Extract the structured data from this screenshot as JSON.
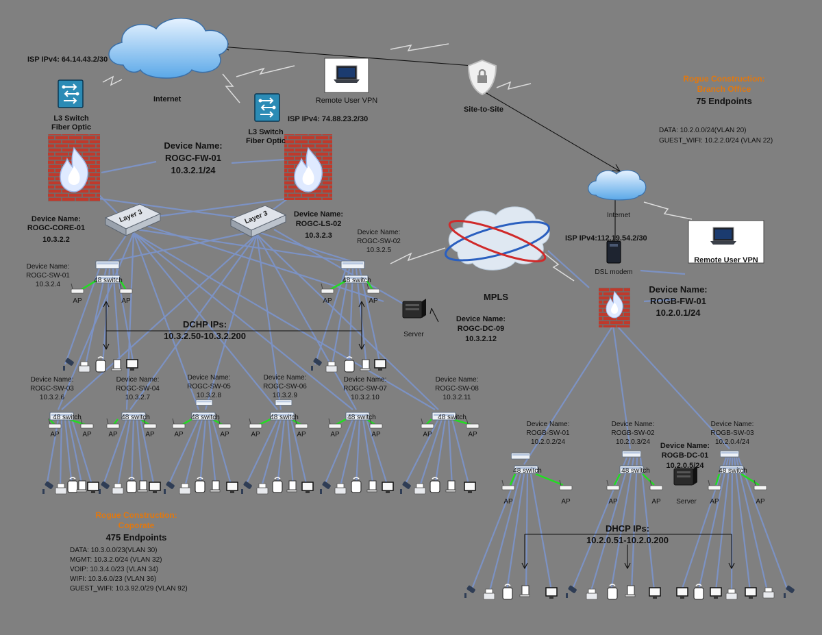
{
  "wan": {
    "internet_label": "Internet",
    "isp_a": "ISP IPv4: 64.14.43.2/30",
    "isp_b": "ISP IPv4: 74.88.23.2/30",
    "l3_switch": [
      "L3 Switch",
      "Fiber Optic"
    ],
    "remote_vpn": "Remote User VPN",
    "site_to_site": "Site-to-Site",
    "mpls": "MPLS"
  },
  "corp": {
    "fw": {
      "title": "Device Name:",
      "name": "ROGC-FW-01",
      "ip": "10.3.2.1/24"
    },
    "core": {
      "title": "Device Name:",
      "name": "ROGC-CORE-01",
      "ip": "10.3.2.2"
    },
    "ls": {
      "title": "Device Name:",
      "name": "ROGC-LS-02",
      "ip": "10.3.2.3"
    },
    "layer3_label": "Layer 3",
    "dc": {
      "title": "Device Name:",
      "name": "ROGC-DC-09",
      "ip": "10.3.2.12"
    },
    "server_label": "Server",
    "dhcp": {
      "title": "DCHP IPs:",
      "range": "10.3.2.50-10.3.2.200"
    },
    "switch_label": "48 switch",
    "ap_label": "AP",
    "switches": [
      {
        "title": "Device Name:",
        "name": "ROGC-SW-01",
        "ip": "10.3.2.4"
      },
      {
        "title": "Device Name:",
        "name": "ROGC-SW-02",
        "ip": "10.3.2.5"
      },
      {
        "title": "Device Name:",
        "name": "ROGC-SW-03",
        "ip": "10.3.2.6"
      },
      {
        "title": "Device Name:",
        "name": "ROGC-SW-04",
        "ip": "10.3.2.7"
      },
      {
        "title": "Device Name:",
        "name": "ROGC-SW-05",
        "ip": "10.3.2.8"
      },
      {
        "title": "Device Name:",
        "name": "ROGC-SW-06",
        "ip": "10.3.2.9"
      },
      {
        "title": "Device Name:",
        "name": "ROGC-SW-07",
        "ip": "10.3.2.10"
      },
      {
        "title": "Device Name:",
        "name": "ROGC-SW-08",
        "ip": "10.3.2.11"
      }
    ],
    "summary": {
      "org": "Rogue Construction:",
      "site": "Coporate",
      "endpoints": "475 Endpoints",
      "vlans": [
        "DATA: 10.3.0.0/23(VLAN 30)",
        "MGMT: 10.3.2.0/24 (VLAN 32)",
        "VOIP: 10.3.4.0/23 (VLAN 34)",
        "WIFI: 10.3.6.0/23 (VLAN 36)",
        "GUEST_WIFI: 10.3.92.0/29 (VLAN 92)"
      ]
    }
  },
  "branch": {
    "internet_label": "Internet",
    "isp": "ISP IPv4:112.19.54.2/30",
    "modem": "DSL modem",
    "remote_vpn": "Remote User VPN",
    "fw": {
      "title": "Device Name:",
      "name": "ROGB-FW-01",
      "ip": "10.2.0.1/24"
    },
    "dc": {
      "title": "Device Name:",
      "name": "ROGB-DC-01",
      "ip": "10.2.0.5/24"
    },
    "server_label": "Server",
    "switch_label": "48 switch",
    "ap_label": "AP",
    "dhcp": {
      "title": "DHCP IPs:",
      "range": "10.2.0.51-10.2.0.200"
    },
    "switches": [
      {
        "title": "Device Name:",
        "name": "ROGB-SW-01",
        "ip": "10.2.0.2/24"
      },
      {
        "title": "Device Name:",
        "name": "ROGB-SW-02",
        "ip": "10.2.0.3/24"
      },
      {
        "title": "Device Name:",
        "name": "ROGB-SW-03",
        "ip": "10.2.0.4/24"
      }
    ],
    "summary": {
      "org": "Rogue Construction:",
      "site": "Branch Office",
      "endpoints": "75 Endpoints",
      "vlans": [
        "DATA: 10.2.0.0/24(VLAN 20)",
        "GUEST_WIFI: 10.2.2.0/24 (VLAN 22)"
      ]
    }
  },
  "colors": {
    "background": "#808080",
    "link": "#7c94c8",
    "ap_link": "#22dd22",
    "accent_orange": "#e07810",
    "firewall_brick": "#c0392b"
  }
}
